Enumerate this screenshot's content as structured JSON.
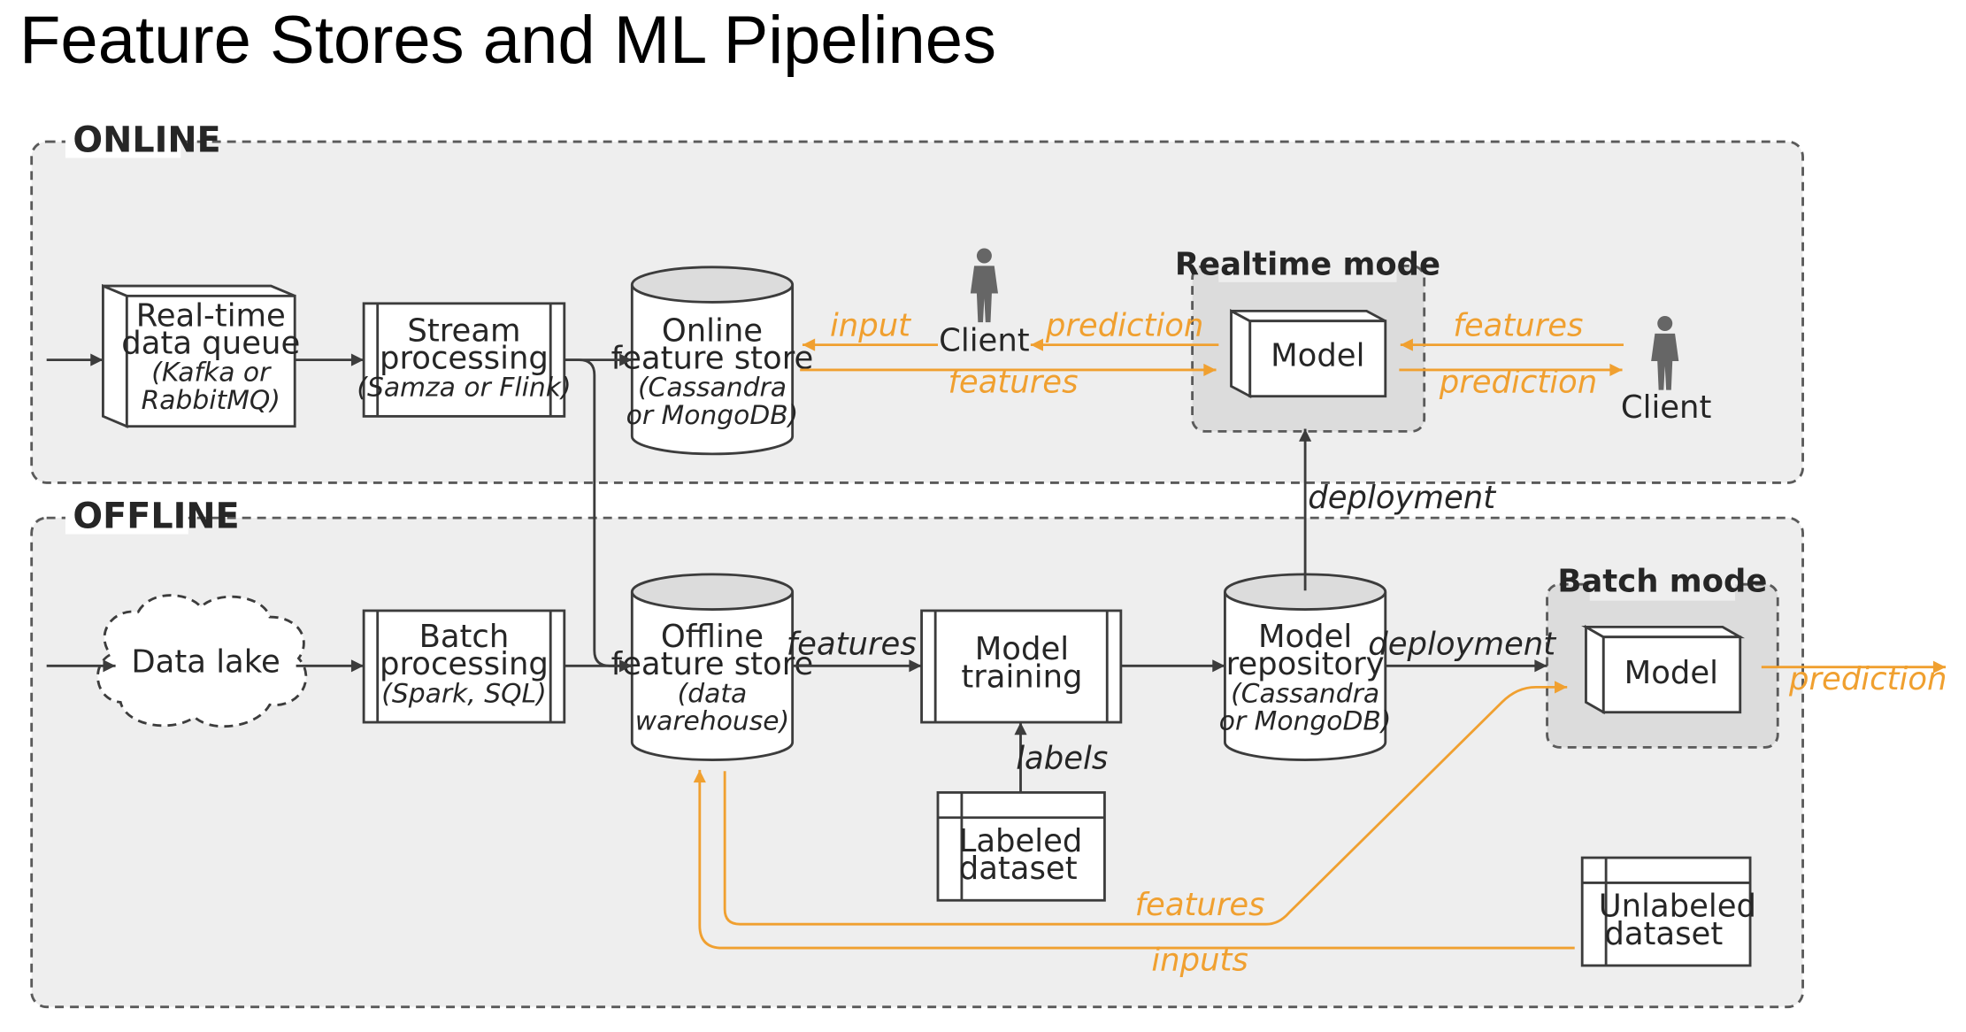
{
  "title": "Feature Stores and ML Pipelines",
  "groups": {
    "online": "ONLINE",
    "offline": "OFFLINE"
  },
  "modes": {
    "realtime": "Realtime mode",
    "batch": "Batch mode"
  },
  "nodes": {
    "queue": {
      "l1": "Real-time",
      "l2": "data queue",
      "s1": "(Kafka or",
      "s2": "RabbitMQ)"
    },
    "stream": {
      "l1": "Stream",
      "l2": "processing",
      "s1": "(Samza or Flink)"
    },
    "online_store": {
      "l1": "Online",
      "l2": "feature store",
      "s1": "(Cassandra",
      "s2": "or MongoDB)"
    },
    "client1": {
      "label": "Client"
    },
    "rt_model": {
      "label": "Model"
    },
    "client2": {
      "label": "Client"
    },
    "data_lake": {
      "label": "Data lake"
    },
    "batch": {
      "l1": "Batch",
      "l2": "processing",
      "s1": "(Spark, SQL)"
    },
    "offline_store": {
      "l1": "Offline",
      "l2": "feature store",
      "s1": "(data",
      "s2": "warehouse)"
    },
    "training": {
      "l1": "Model",
      "l2": "training"
    },
    "repo": {
      "l1": "Model",
      "l2": "repository",
      "s1": "(Cassandra",
      "s2": "or MongoDB)"
    },
    "batch_model": {
      "label": "Model"
    },
    "labeled": {
      "l1": "Labeled",
      "l2": "dataset"
    },
    "unlabeled": {
      "l1": "Unlabeled",
      "l2": "dataset"
    }
  },
  "edges": {
    "input": "input",
    "features_online": "features",
    "prediction_to_client": "prediction",
    "features_from_client": "features",
    "prediction_to_client2": "prediction",
    "deployment_rt": "deployment",
    "features_offline": "features",
    "deployment_batch": "deployment",
    "prediction_batch": "prediction",
    "labels": "labels",
    "features_batch": "features",
    "inputs": "inputs"
  },
  "colors": {
    "accent": "#f0a030",
    "line": "#3c3c3c",
    "group_fill": "#eeeeee",
    "mode_fill": "#dcdcdc"
  }
}
